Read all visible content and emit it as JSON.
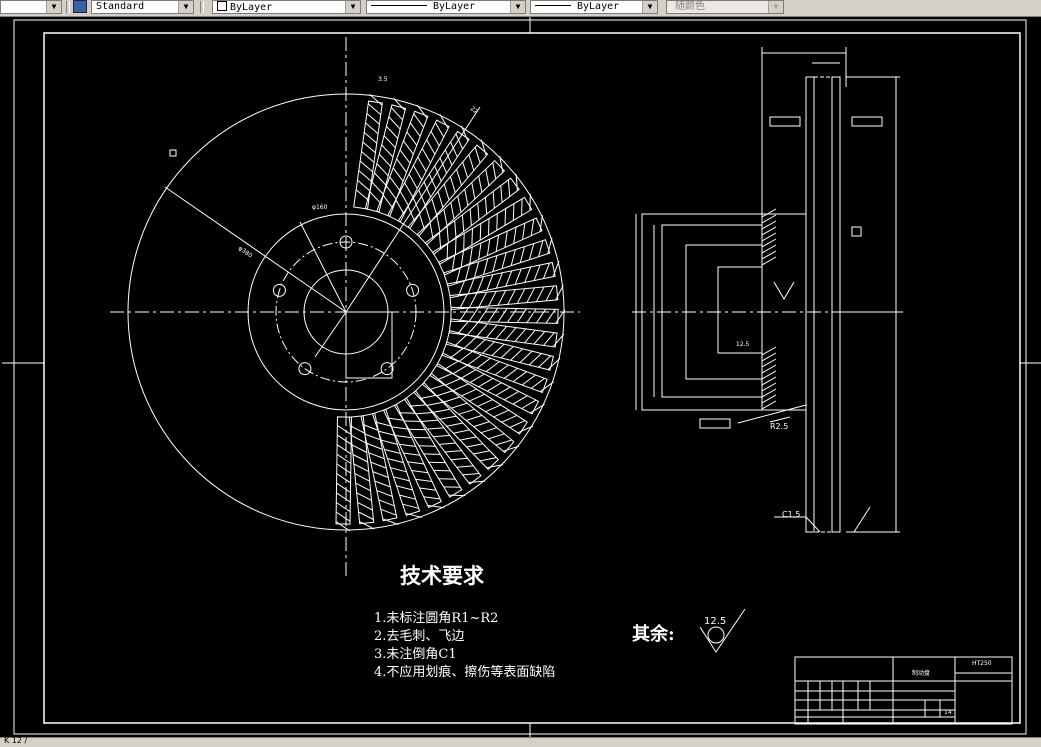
{
  "toolbar": {
    "textstyle_value": "Standard",
    "layer_value": "ByLayer",
    "linetype_value": "ByLayer",
    "lineweight_value": "ByLayer",
    "color_value": "随颜色"
  },
  "drawing": {
    "tech_title": "技术要求",
    "requirements": [
      "1.未标注圆角R1~R2",
      "2.去毛刺、飞边",
      "3.未注倒角C1",
      "4.不应用划痕、擦伤等表面缺陷"
    ],
    "remainder_label": "其余:",
    "remainder_roughness": "12.5",
    "side_labels": {
      "r25": "R2.5",
      "c15": "C1.5",
      "rough_inner": "12.5"
    },
    "title_block": {
      "part_name": "制动盘",
      "material": "HT250",
      "sheet": "14"
    }
  },
  "statusbar": {
    "text": "K 12 /"
  },
  "colors": {
    "background": "#000000",
    "drawing_lines": "#ffffff",
    "toolbar_bg": "#d4d0c8"
  }
}
